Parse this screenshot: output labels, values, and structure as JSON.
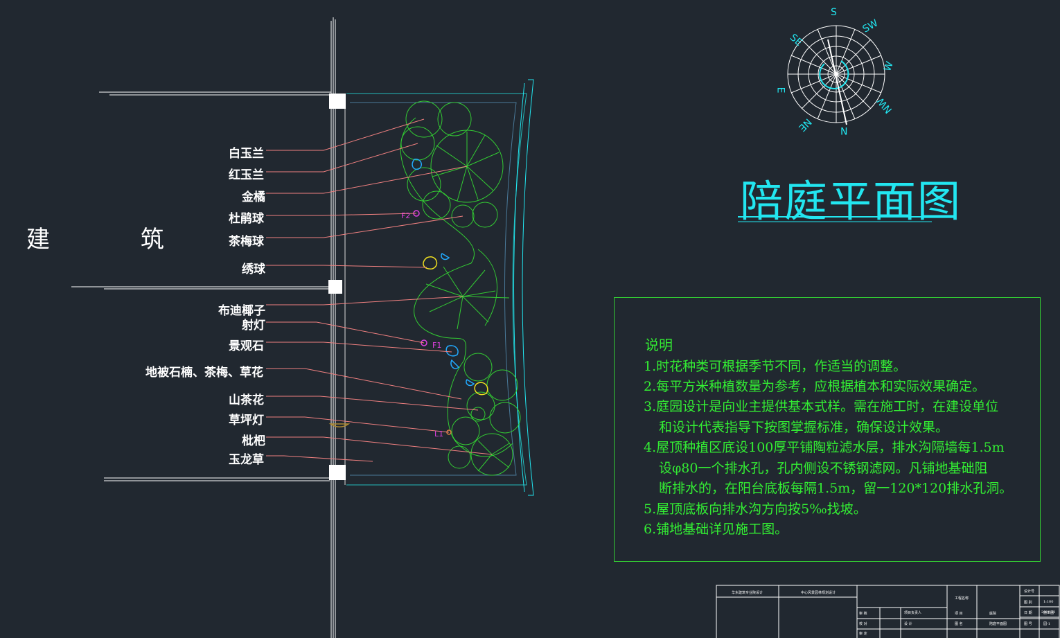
{
  "building_label": "建 筑",
  "title": "陪庭平面图",
  "plant_labels": [
    "白玉兰",
    "红玉兰",
    "金橘",
    "杜鹃球",
    "茶梅球",
    "绣球",
    "布迪椰子",
    "射灯",
    "景观石",
    "地被石楠、茶梅、草花",
    "山茶花",
    "草坪灯",
    "枇杷",
    "玉龙草"
  ],
  "tags": {
    "f2": "F2",
    "f1": "F1",
    "l1": "L1"
  },
  "compass": {
    "s": "S",
    "sw": "SW",
    "w": "W",
    "nw": "NW",
    "n": "N",
    "ne": "NE",
    "e": "E",
    "se": "SE"
  },
  "notes": {
    "heading": "说明",
    "lines": [
      "1.时花种类可根据季节不同，作适当的调整。",
      "2.每平方米种植数量为参考，应根据植本和实际效果确定。",
      "3.庭园设计是向业主提供基本式样。需在施工时，在建设单位",
      "和设计代表指导下按图掌握标准，确保设计效果。",
      "4.屋顶种植区底设100厚平铺陶粒滤水层，排水沟隔墙每1.5m",
      "设φ80一个排水孔，孔内侧设不锈钢滤网。凡铺地基础阻",
      "断排水的，在阳台底板每隔1.5m，留一120*120排水孔洞。",
      "5.屋顶底板向排水沟方向按5‰找坡。",
      "6.铺地基础详见施工图。"
    ]
  },
  "title_block": {
    "c1": "华东建筑专业院设计",
    "c2": "中心风景园林规划设计",
    "r1": "工程名称",
    "r2": "设计号",
    "r3": "图  别",
    "r4": "1:100",
    "r5": "日  期",
    "r6": "2008.01",
    "r7": "项目负责人",
    "r8": "审  核",
    "r9": "设  计",
    "r10": "校  对",
    "r11": "审  定",
    "r12": "图  号",
    "r13": "项  目",
    "r14": "图  名",
    "r15": "陪庭平面图",
    "r16": "施工图",
    "r17": "庭院",
    "r18": "园-1"
  },
  "colors": {
    "background": "#212830",
    "plant": "#33cc33",
    "leader": "#f08080",
    "cyan": "#22e6f0",
    "yellow": "#f0e020",
    "magenta": "#e040e0"
  }
}
